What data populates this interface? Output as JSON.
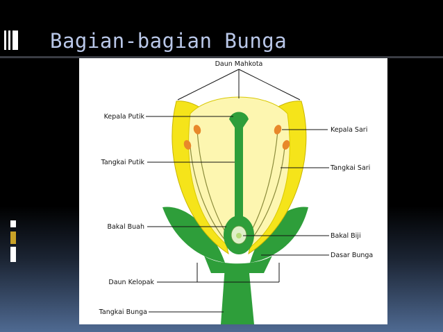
{
  "slide": {
    "title": "Bagian-bagian Bunga"
  },
  "diagram": {
    "labels": {
      "daun_mahkota": "Daun Mahkota",
      "kepala_putik": "Kepala Putik",
      "tangkai_putik": "Tangkai Putik",
      "bakal_buah": "Bakal Buah",
      "daun_kelopak": "Daun Kelopak",
      "tangkai_bunga": "Tangkai Bunga",
      "kepala_sari": "Kepala Sari",
      "tangkai_sari": "Tangkai Sari",
      "bakal_biji": "Bakal Biji",
      "dasar_bunga": "Dasar Bunga"
    }
  },
  "colors": {
    "petal": "#f5e41a",
    "petal_inner": "#fdf6b0",
    "green": "#2e9e3a",
    "anther": "#e8882a",
    "title": "#b9c7e8"
  }
}
